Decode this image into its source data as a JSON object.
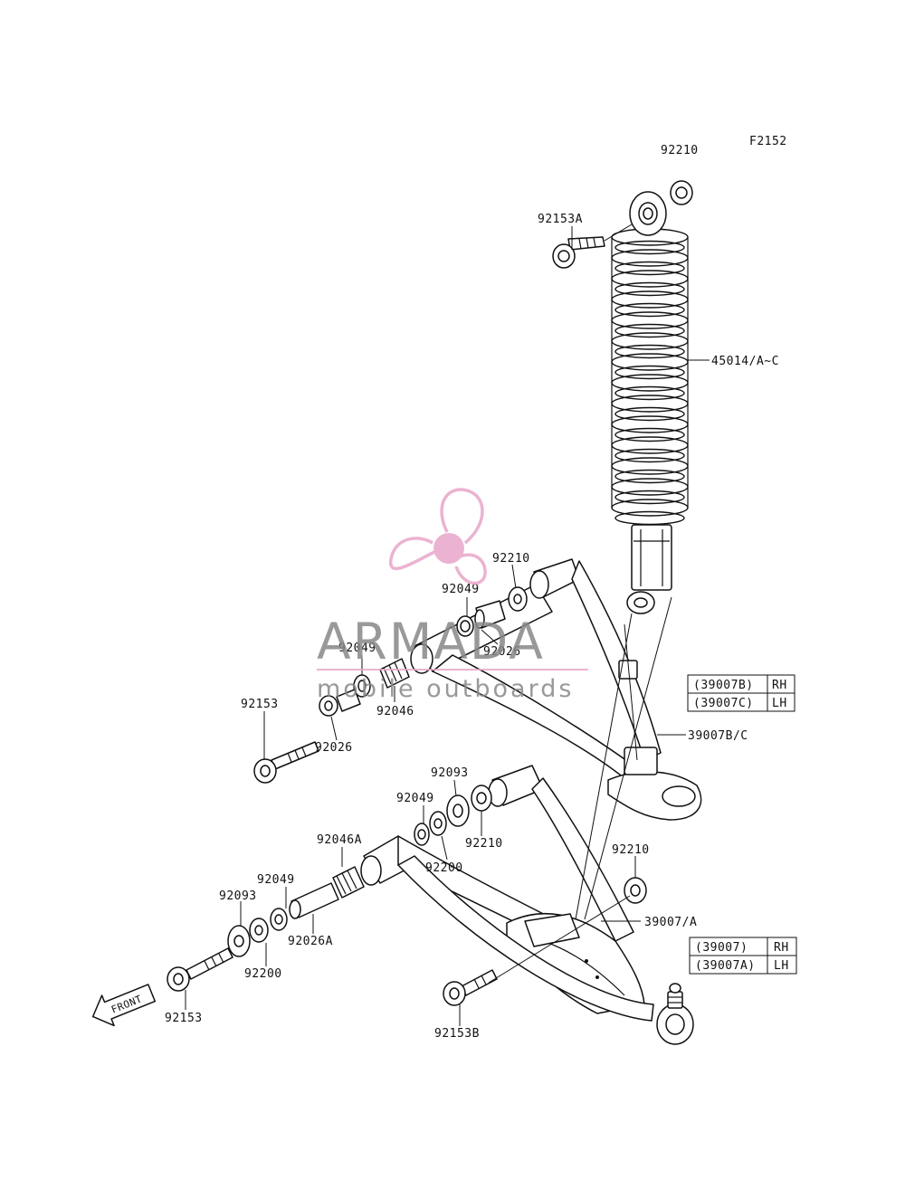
{
  "figure_code": "F2152",
  "watermark": {
    "brand": "ARMADA",
    "tagline": "mobile outboards",
    "color": "#e8a6c9",
    "text_color": "#888888"
  },
  "front_arrow_label": "FRONT",
  "callouts": {
    "shock_top_collar": "92210",
    "shock_top_bolt": "92153A",
    "shock_absorber": "45014/A~C",
    "upper_collar_right": "92210",
    "upper_seal": "92049",
    "upper_sleeve_right": "92026",
    "upper_seal_left": "92049",
    "upper_bushing": "92046",
    "upper_bolt": "92153",
    "upper_sleeve_left": "92026",
    "upper_arm": "39007B/C",
    "lower_cap_upper": "92093",
    "lower_seal_upper": "92049",
    "lower_collar_upper": "92210",
    "lower_bushing_a": "92046A",
    "lower_washer_upper": "92200",
    "lower_nut": "92210",
    "lower_seal_left": "92049",
    "lower_cap_left": "92093",
    "lower_sleeve_a": "92026A",
    "lower_washer_left": "92200",
    "lower_arm": "39007/A",
    "lower_bolt": "92153",
    "lower_bolt_b": "92153B"
  },
  "variant_tables": {
    "upper": [
      {
        "part": "(39007B)",
        "side": "RH"
      },
      {
        "part": "(39007C)",
        "side": "LH"
      }
    ],
    "lower": [
      {
        "part": "(39007)",
        "side": "RH"
      },
      {
        "part": "(39007A)",
        "side": "LH"
      }
    ]
  }
}
